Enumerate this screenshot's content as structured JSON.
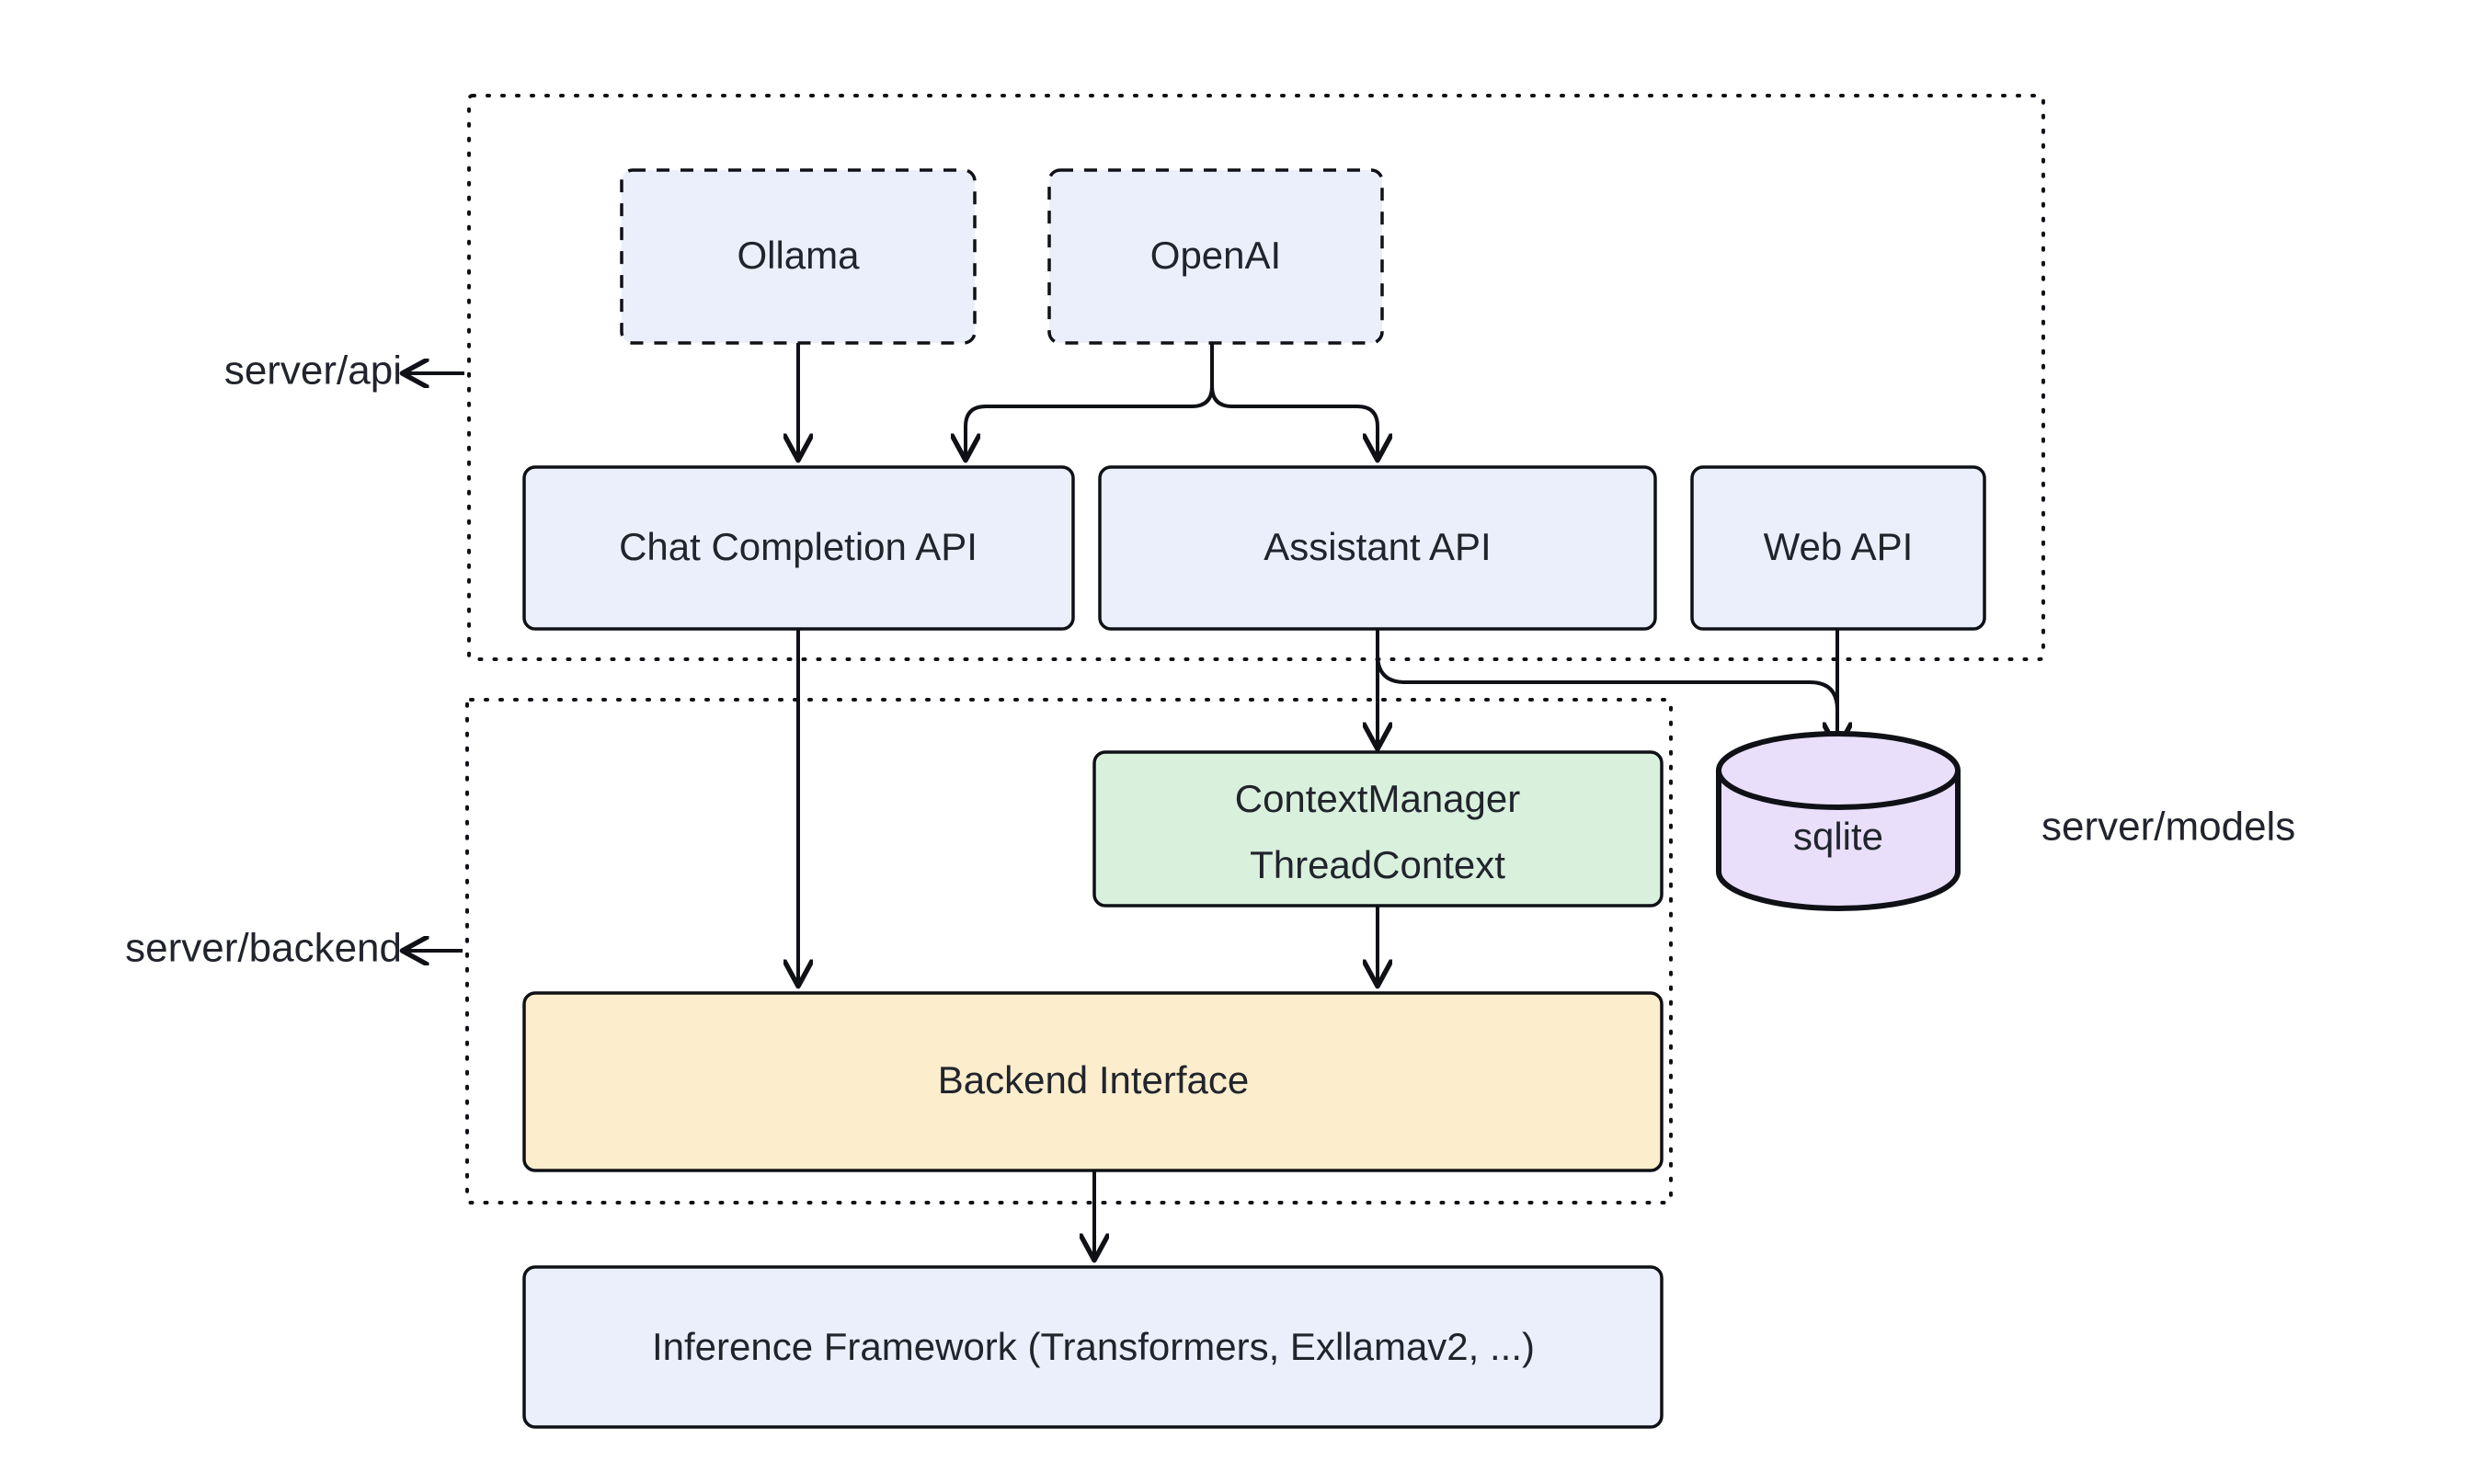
{
  "diagram": {
    "type": "architecture-flowchart",
    "background_color": "#ffffff",
    "stroke_color": "#0f1116",
    "text_color": "#21242c",
    "groups": [
      {
        "id": "server-api",
        "label": "server/api",
        "label_side": "left",
        "border_style": "dotted"
      },
      {
        "id": "server-backend",
        "label": "server/backend",
        "label_side": "left",
        "border_style": "dotted"
      },
      {
        "id": "server-models",
        "label": "server/models",
        "label_side": "right",
        "border_style": "none"
      }
    ],
    "nodes": [
      {
        "id": "ollama",
        "label": "Ollama",
        "shape": "rounded-rect",
        "border": "dashed",
        "fill": "#eaeffb",
        "group": "server-api"
      },
      {
        "id": "openai",
        "label": "OpenAI",
        "shape": "rounded-rect",
        "border": "dashed",
        "fill": "#eaeffb",
        "group": "server-api"
      },
      {
        "id": "chat-api",
        "label": "Chat Completion API",
        "shape": "rounded-rect",
        "border": "solid",
        "fill": "#eaeffb",
        "group": "server-api"
      },
      {
        "id": "assistant-api",
        "label": "Assistant API",
        "shape": "rounded-rect",
        "border": "solid",
        "fill": "#eaeffb",
        "group": "server-api"
      },
      {
        "id": "web-api",
        "label": "Web API",
        "shape": "rounded-rect",
        "border": "solid",
        "fill": "#eaeffb",
        "group": "server-api"
      },
      {
        "id": "context-manager",
        "label_line1": "ContextManager",
        "label_line2": "ThreadContext",
        "shape": "rounded-rect",
        "border": "solid",
        "fill": "#d9f0dd",
        "group": "server-backend"
      },
      {
        "id": "sqlite",
        "label": "sqlite",
        "shape": "cylinder",
        "border": "solid",
        "fill": "#e9dffb",
        "group": "server-models"
      },
      {
        "id": "backend-interface",
        "label": "Backend Interface",
        "shape": "rounded-rect",
        "border": "solid",
        "fill": "#fceecd",
        "group": "server-backend"
      },
      {
        "id": "inference-framework",
        "label": "Inference Framework (Transformers, Exllamav2, ...)",
        "shape": "rounded-rect",
        "border": "solid",
        "fill": "#eaeffb",
        "group": "none"
      }
    ],
    "edges": [
      {
        "from": "ollama",
        "to": "chat-api",
        "arrow": true
      },
      {
        "from": "openai",
        "to": "chat-api",
        "arrow": true
      },
      {
        "from": "openai",
        "to": "assistant-api",
        "arrow": true
      },
      {
        "from": "chat-api",
        "to": "backend-interface",
        "arrow": true
      },
      {
        "from": "assistant-api",
        "to": "context-manager",
        "arrow": true
      },
      {
        "from": "assistant-api",
        "to": "sqlite",
        "arrow": true
      },
      {
        "from": "web-api",
        "to": "sqlite",
        "arrow": true
      },
      {
        "from": "context-manager",
        "to": "backend-interface",
        "arrow": true
      },
      {
        "from": "backend-interface",
        "to": "inference-framework",
        "arrow": true
      }
    ]
  }
}
